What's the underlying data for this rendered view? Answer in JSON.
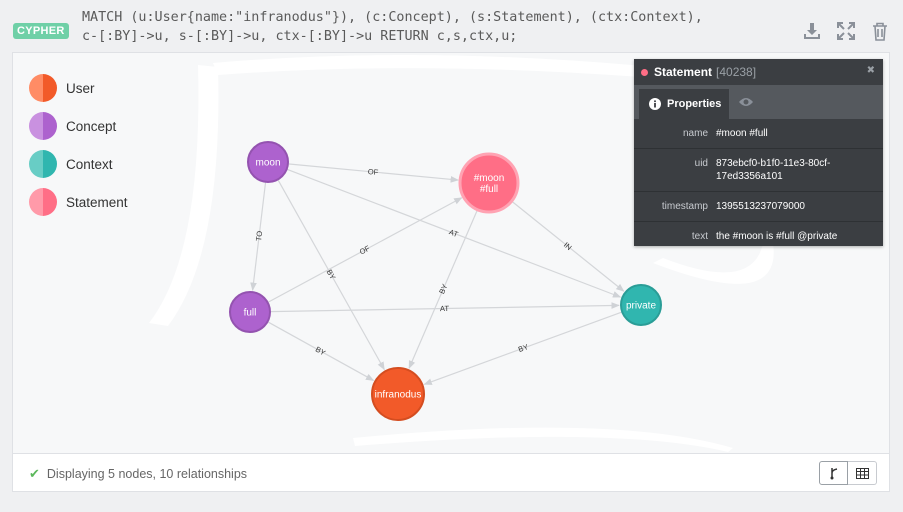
{
  "header": {
    "badge": "CYPHER",
    "query_line1": "MATCH (u:User{name:\"infranodus\"}), (c:Concept), (s:Statement), (ctx:Context),",
    "query_line2": "c-[:BY]->u, s-[:BY]->u, ctx-[:BY]->u RETURN c,s,ctx,u;",
    "icons": [
      "download-icon",
      "fullscreen-icon",
      "trash-icon"
    ]
  },
  "legend": [
    {
      "label": "User",
      "color_left": "#ff8c65",
      "color_right": "#f25a29"
    },
    {
      "label": "Concept",
      "color_left": "#c991e0",
      "color_right": "#ad62ce"
    },
    {
      "label": "Context",
      "color_left": "#68cdc5",
      "color_right": "#30b6af"
    },
    {
      "label": "Statement",
      "color_left": "#ff9aa9",
      "color_right": "#ff6e86"
    }
  ],
  "graph": {
    "nodes": [
      {
        "id": "moon",
        "label": "moon",
        "type": "Concept",
        "fill": "#ad62ce",
        "stroke": "#9453b0"
      },
      {
        "id": "statement",
        "label_line1": "#moon",
        "label_line2": "#full",
        "type": "Statement",
        "fill": "#ff6e86",
        "stroke": "#e05a72"
      },
      {
        "id": "full",
        "label": "full",
        "type": "Concept",
        "fill": "#ad62ce",
        "stroke": "#9453b0"
      },
      {
        "id": "private",
        "label": "private",
        "type": "Context",
        "fill": "#30b6af",
        "stroke": "#2a9d97"
      },
      {
        "id": "infranodus",
        "label": "infranodus",
        "type": "User",
        "fill": "#f25a29",
        "stroke": "#d44d20"
      }
    ],
    "edges": [
      {
        "from": "moon",
        "to": "statement",
        "label": "OF"
      },
      {
        "from": "moon",
        "to": "full",
        "label": "TO"
      },
      {
        "from": "moon",
        "to": "private",
        "label": "AT"
      },
      {
        "from": "moon",
        "to": "infranodus",
        "label": "BY"
      },
      {
        "from": "full",
        "to": "statement",
        "label": "OF"
      },
      {
        "from": "full",
        "to": "private",
        "label": "AT"
      },
      {
        "from": "full",
        "to": "infranodus",
        "label": "BY"
      },
      {
        "from": "statement",
        "to": "private",
        "label": "IN"
      },
      {
        "from": "statement",
        "to": "infranodus",
        "label": "BY"
      },
      {
        "from": "private",
        "to": "infranodus",
        "label": "BY"
      }
    ]
  },
  "inspector": {
    "node_type": "Statement",
    "node_id": "[40238]",
    "close": "✖",
    "tab_properties": "Properties",
    "properties": [
      {
        "key": "name",
        "value": "#moon #full"
      },
      {
        "key": "uid",
        "value": "873ebcf0-b1f0-11e3-80cf-17ed3356a101"
      },
      {
        "key": "timestamp",
        "value": "1395513237079000"
      },
      {
        "key": "text",
        "value": "the #moon is #full @private"
      }
    ]
  },
  "footer": {
    "status": "Displaying 5 nodes, 10 relationships",
    "view_graph": "graph-view-icon",
    "view_table": "table-view-icon"
  }
}
